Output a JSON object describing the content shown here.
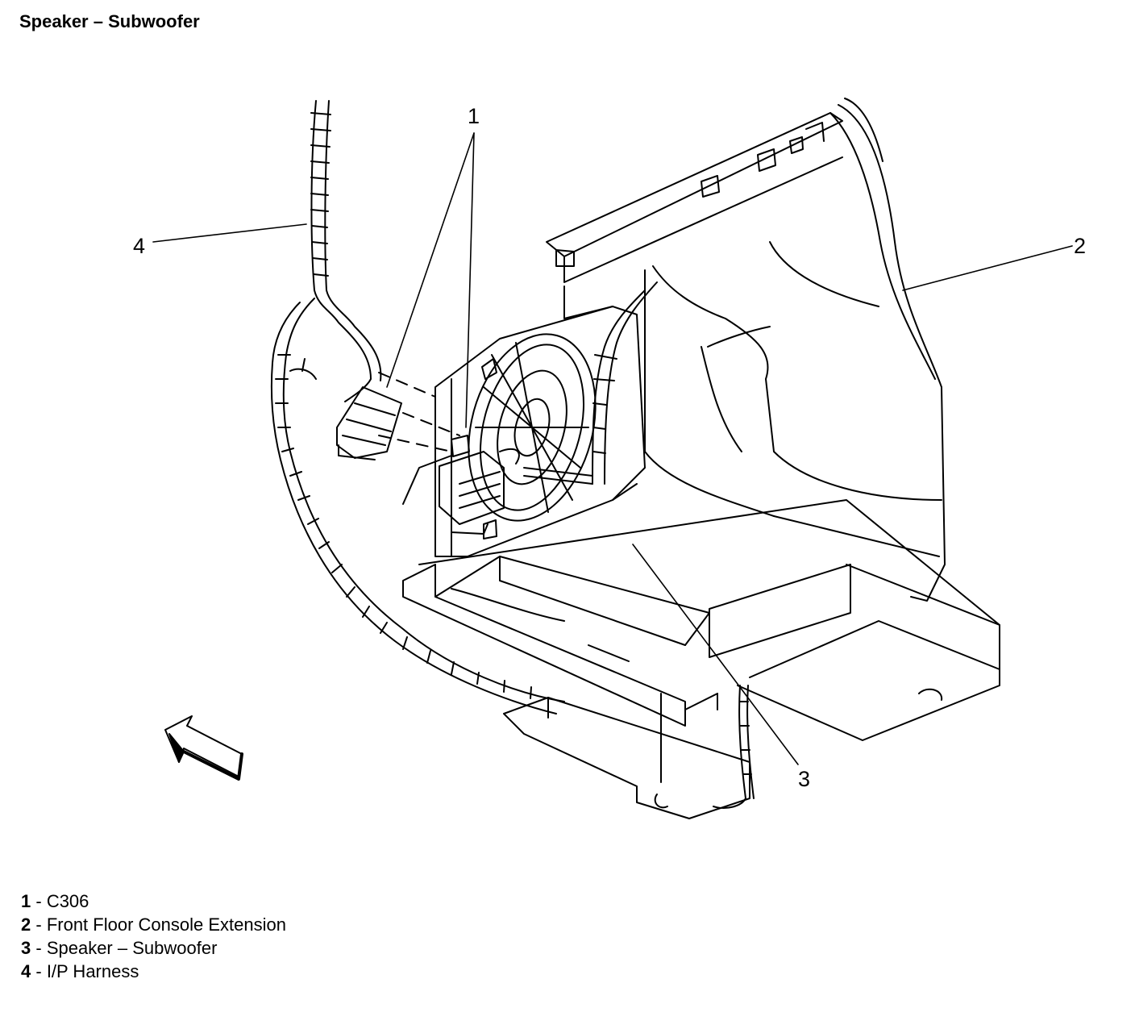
{
  "title": "Speaker – Subwoofer",
  "callouts": [
    {
      "label": "1"
    },
    {
      "label": "2"
    },
    {
      "label": "3"
    },
    {
      "label": "4"
    }
  ],
  "legend": [
    {
      "num": "1",
      "sep": " - ",
      "text": "C306"
    },
    {
      "num": "2",
      "sep": " - ",
      "text": "Front Floor Console Extension"
    },
    {
      "num": "3",
      "sep": " - ",
      "text": "Speaker – Subwoofer"
    },
    {
      "num": "4",
      "sep": " - ",
      "text": "I/P Harness"
    }
  ]
}
